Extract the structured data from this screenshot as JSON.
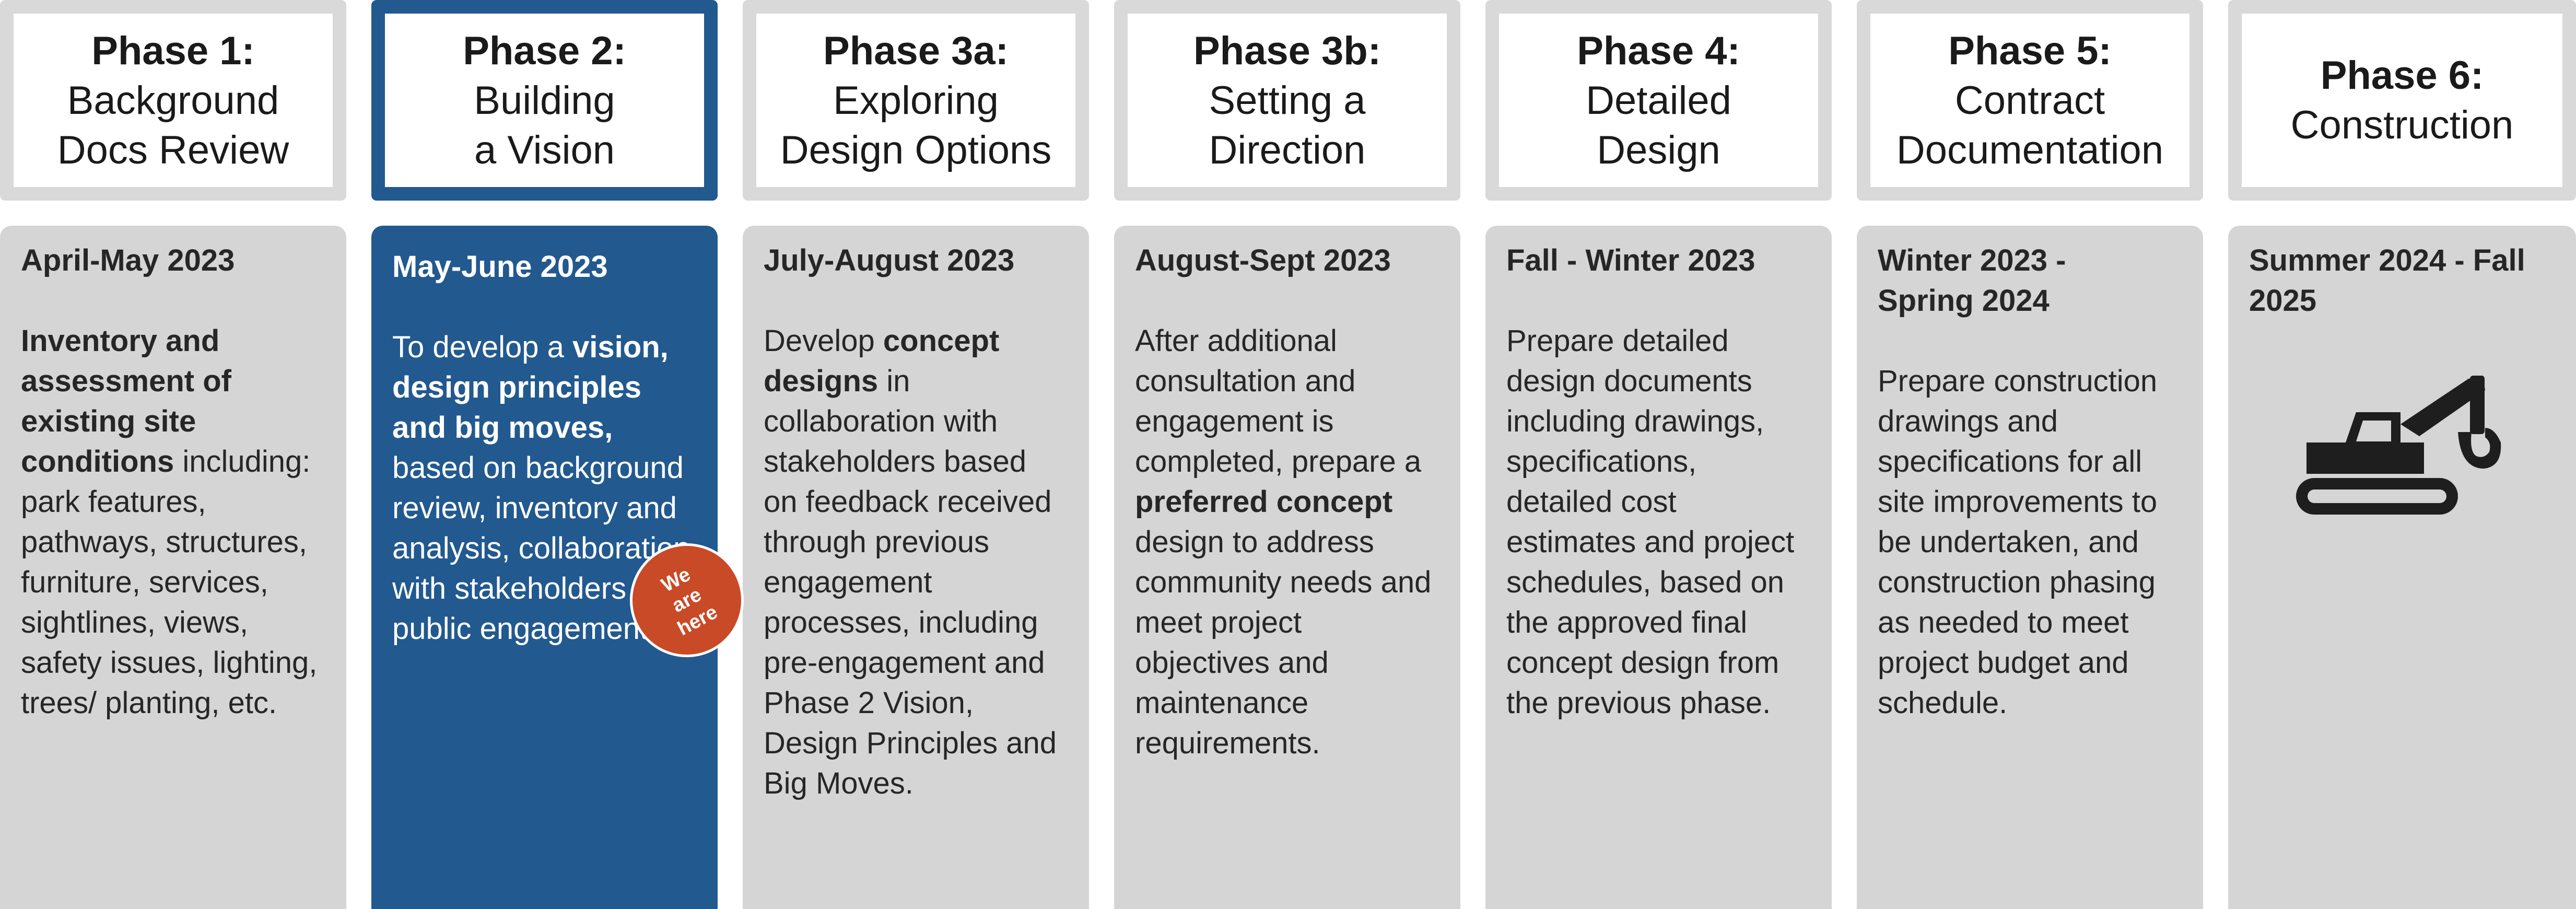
{
  "phases": [
    {
      "title_bold": "Phase 1:",
      "title_lines": [
        "Background",
        "Docs Review"
      ],
      "date": "April-May 2023",
      "desc_segments": [
        {
          "t": "Inventory and assessment of existing site conditions",
          "b": true
        },
        {
          "t": " including: park features, pathways, structures, furniture, services, sightlines, views, safety issues, lighting, trees/ planting, etc.",
          "b": false
        }
      ]
    },
    {
      "title_bold": "Phase 2:",
      "title_lines": [
        "Building",
        "a Vision"
      ],
      "date": "May-June 2023",
      "current": true,
      "desc_segments": [
        {
          "t": "To develop a ",
          "b": false
        },
        {
          "t": "vision, design principles and big moves,",
          "b": true
        },
        {
          "t": " based on background review, inventory and analysis, collaboration with stakeholders and public engagement.",
          "b": false
        }
      ]
    },
    {
      "title_bold": "Phase 3a:",
      "title_lines": [
        "Exploring",
        "Design Options"
      ],
      "date": "July-August 2023",
      "desc_segments": [
        {
          "t": "Develop ",
          "b": false
        },
        {
          "t": "concept designs",
          "b": true
        },
        {
          "t": " in collaboration with stakeholders based on feedback received through previous engagement processes, including pre-engagement and Phase 2 Vision, Design Principles and Big Moves.",
          "b": false
        }
      ]
    },
    {
      "title_bold": "Phase 3b:",
      "title_lines": [
        "Setting a",
        "Direction"
      ],
      "date": "August-Sept 2023",
      "desc_segments": [
        {
          "t": "After additional consultation and engagement is completed,  prepare a ",
          "b": false
        },
        {
          "t": "preferred concept",
          "b": true
        },
        {
          "t": " design to address community needs and meet project objectives and maintenance requirements.",
          "b": false
        }
      ]
    },
    {
      "title_bold": "Phase 4:",
      "title_lines": [
        "Detailed",
        "Design"
      ],
      "date": "Fall - Winter 2023",
      "desc_segments": [
        {
          "t": "Prepare detailed design documents including drawings, specifications, detailed cost estimates and project schedules, based on the approved final concept design from the previous phase.",
          "b": false
        }
      ]
    },
    {
      "title_bold": "Phase 5:",
      "title_lines": [
        "Contract",
        "Documentation"
      ],
      "date": "Winter 2023 - Spring 2024",
      "desc_segments": [
        {
          "t": "Prepare construction drawings and specifications for all site improvements to be undertaken, and construction phasing as needed to meet project budget and schedule.",
          "b": false
        }
      ]
    },
    {
      "title_bold": "Phase 6:",
      "title_lines": [
        "Construction"
      ],
      "date": "Summer 2024 - Fall 2025",
      "icon": "excavator-icon",
      "desc_segments": []
    }
  ],
  "badge": {
    "lines": [
      "We",
      "are",
      "here"
    ],
    "color": "#c94a26"
  },
  "colors": {
    "current": "#22598f",
    "card": "#d5d5d5",
    "border": "#d9d9d9"
  }
}
